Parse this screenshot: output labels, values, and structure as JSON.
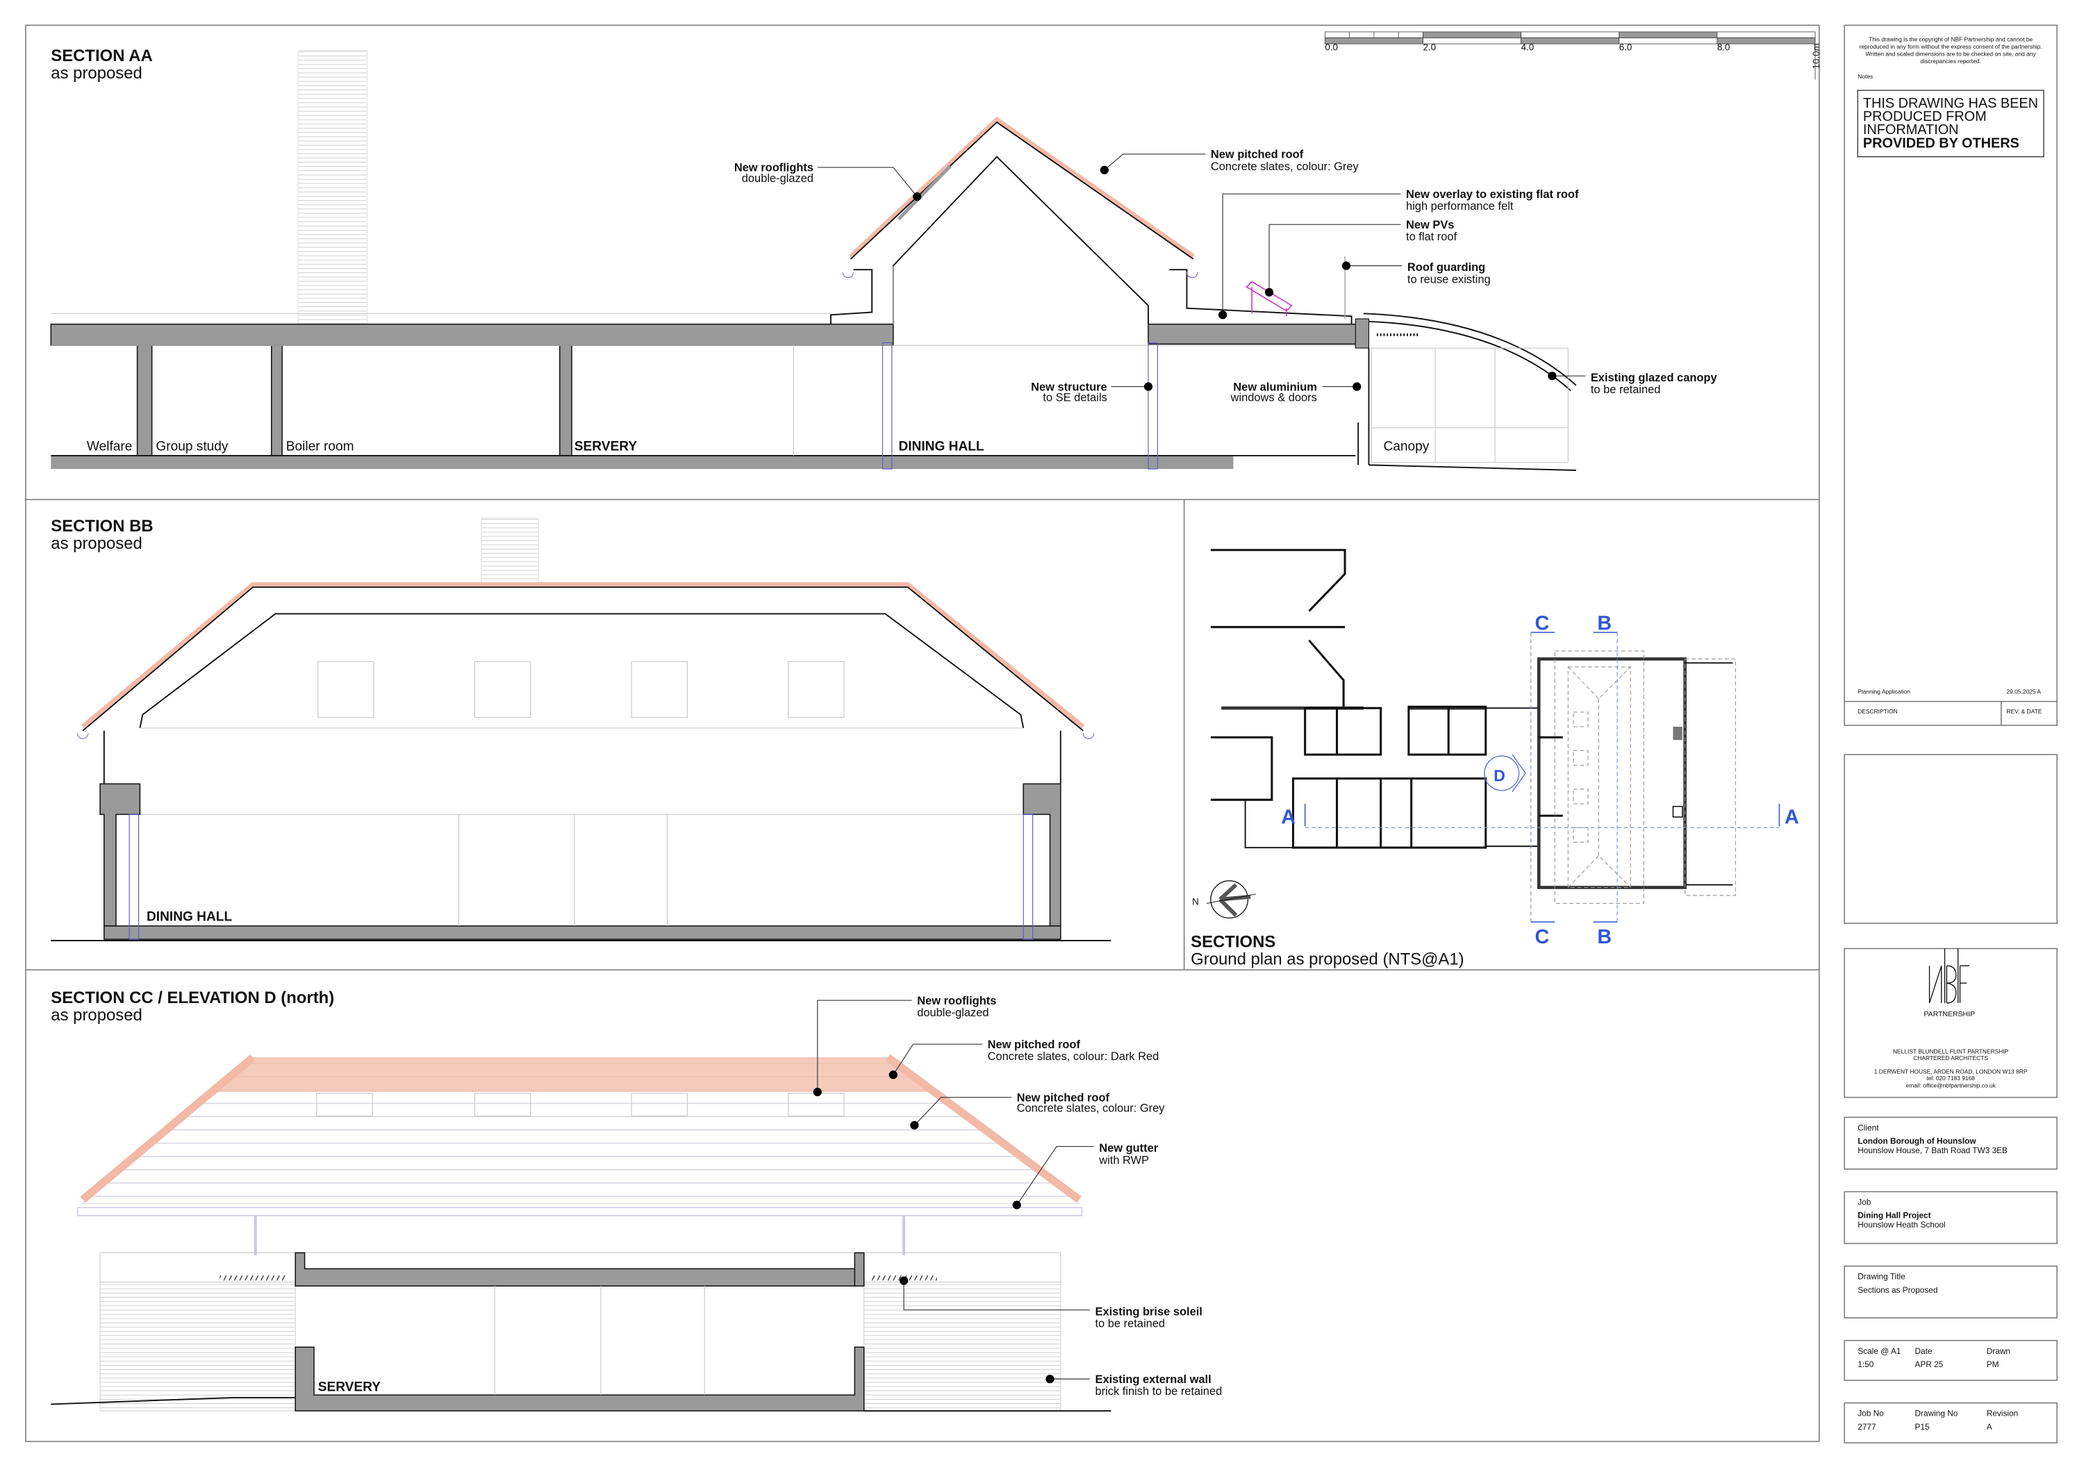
{
  "colors": {
    "roof_red": "#f2b9a6",
    "section_grey": "#9a9a9a",
    "section_marker_blue": "#2f55d4",
    "pv_magenta": "#d030c8"
  },
  "scale_bar": {
    "labels": [
      "0.0",
      "2.0",
      "4.0",
      "6.0",
      "8.0",
      "10.0m"
    ],
    "range_m": [
      0,
      10
    ]
  },
  "section_aa": {
    "title": "SECTION AA",
    "subtitle": "as proposed",
    "rooms": {
      "welfare": "Welfare",
      "group_study": "Group study",
      "boiler_room": "Boiler room",
      "servery": "SERVERY",
      "dining_hall": "DINING HALL",
      "canopy": "Canopy"
    },
    "notes": [
      {
        "head": "New rooflights",
        "body": "double-glazed"
      },
      {
        "head": "New pitched roof",
        "body": "Concrete slates, colour: Grey"
      },
      {
        "head": "New overlay to existing flat roof",
        "body": "high performance felt"
      },
      {
        "head": "New PVs",
        "body": "to flat roof"
      },
      {
        "head": "Roof guarding",
        "body": "to reuse existing"
      },
      {
        "head": "Existing glazed canopy",
        "body": "to be retained"
      },
      {
        "head": "New structure",
        "body": "to SE details"
      },
      {
        "head": "New aluminium",
        "body": "windows & doors"
      }
    ]
  },
  "section_bb": {
    "title": "SECTION BB",
    "subtitle": "as proposed",
    "room": "DINING HALL"
  },
  "plan": {
    "title": "SECTIONS",
    "subtitle": "Ground plan as proposed (NTS@A1)",
    "markers": {
      "a": "A",
      "b": "B",
      "c": "C",
      "d": "D"
    },
    "north": "N"
  },
  "section_cc": {
    "title": "SECTION CC / ELEVATION D (north)",
    "subtitle": "as proposed",
    "room": "SERVERY",
    "notes": [
      {
        "head": "New rooflights",
        "body": "double-glazed"
      },
      {
        "head": "New pitched roof",
        "body": "Concrete slates, colour: Dark Red"
      },
      {
        "head": "New pitched roof",
        "body": "Concrete slates, colour: Grey"
      },
      {
        "head": "New gutter",
        "body": "with RWP"
      },
      {
        "head": "Existing brise soleil",
        "body": "to be retained"
      },
      {
        "head": "Existing external wall",
        "body": "brick finish to be retained"
      }
    ]
  },
  "title_block": {
    "copyright": [
      "This drawing is the copyright of NBF Partnership and cannot be",
      "reproduced in any form without the express consent of the partnership.",
      "Written and scaled dimensions are to be checked on site, and any",
      "discrepancies reported."
    ],
    "notes_label": "Notes",
    "notice": [
      "THIS DRAWING HAS BEEN",
      "PRODUCED FROM",
      "INFORMATION",
      "PROVIDED BY OTHERS"
    ],
    "revision": {
      "description": "Planning Application",
      "rev_date": "29.05.2025 A",
      "description_header": "DESCRIPTION",
      "rev_date_header": "REV. & DATE"
    },
    "logo": {
      "mark": "NBF",
      "tag": "PARTNERSHIP"
    },
    "firm": [
      "NELLIST BLUNDELL FLINT PARTNERSHIP",
      "CHARTERED ARCHITECTS"
    ],
    "address": "1 DERWENT HOUSE, ARDEN ROAD, LONDON W13 8RP",
    "tel": "tel: 020 7183 9168",
    "email": "email: office@nbfpartnership.co.uk",
    "client": {
      "label": "Client",
      "name": "London Borough of Hounslow",
      "address": "Hounslow House, 7 Bath Road TW3 3EB"
    },
    "job": {
      "label": "Job",
      "name": "Dining Hall Project",
      "site": "Hounslow Heath School"
    },
    "drawing_title": {
      "label": "Drawing Title",
      "value": "Sections as Proposed"
    },
    "scale": {
      "label": "Scale @ A1",
      "value": "1:50"
    },
    "date": {
      "label": "Date",
      "value": "APR 25"
    },
    "drawn": {
      "label": "Drawn",
      "value": "PM"
    },
    "job_no": {
      "label": "Job No",
      "value": "2777"
    },
    "drawing_no": {
      "label": "Drawing No",
      "value": "P15"
    },
    "revision_no": {
      "label": "Revision",
      "value": "A"
    }
  }
}
